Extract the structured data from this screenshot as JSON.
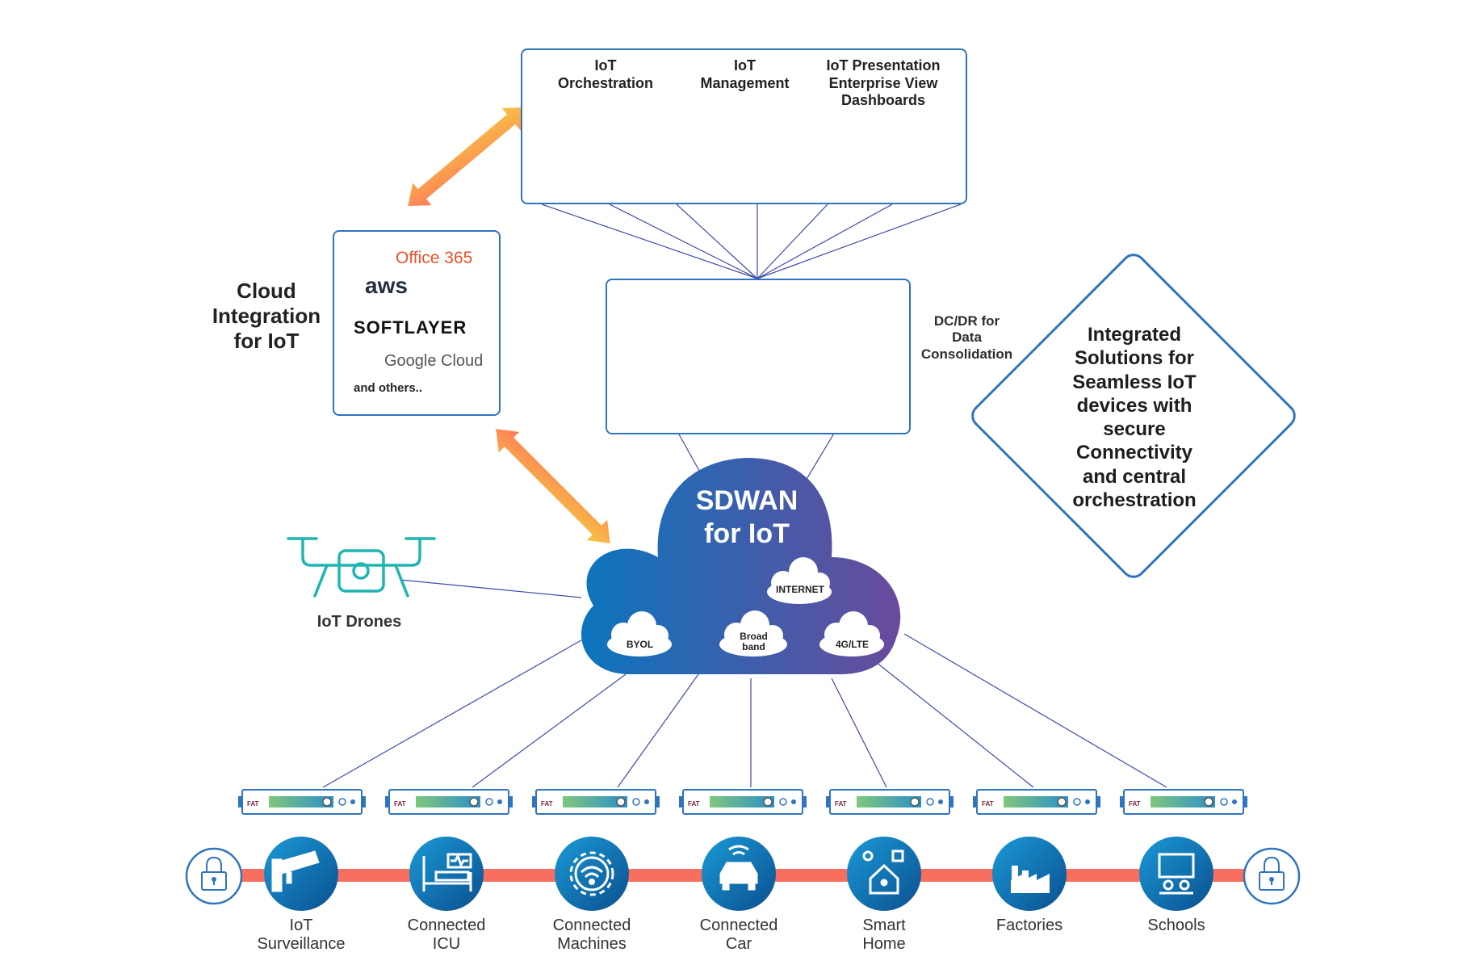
{
  "top_panel": {
    "orchestration": "IoT\nOrchestration",
    "management": "IoT\nManagement",
    "presentation": "IoT Presentation\nEnterprise View\nDashboards"
  },
  "cloud_integration": {
    "title": "Cloud\nIntegration\nfor IoT",
    "logos": {
      "office365": "Office 365",
      "aws": "aws",
      "softlayer": "SOFTLAYER",
      "google_cloud": "Google Cloud",
      "others": "and others.."
    }
  },
  "dc_dr": {
    "label": "DC/DR for\nData\nConsolidation"
  },
  "sdwan": {
    "title": "SDWAN\nfor IoT",
    "links": {
      "internet": "INTERNET",
      "byol": "BYOL",
      "broadband": "Broad\nband",
      "lte": "4G/LTE"
    }
  },
  "drones": {
    "label": "IoT Drones"
  },
  "diamond": {
    "text": "Integrated\nSolutions for\nSeamless IoT\ndevices with\nsecure\nConnectivity\nand central\norchestration"
  },
  "appliance_brand": "FAT",
  "endpoints": [
    {
      "label": "IoT\nSurveillance",
      "icon": "cctv-camera-icon"
    },
    {
      "label": "Connected\nICU",
      "icon": "hospital-bed-icon"
    },
    {
      "label": "Connected\nMachines",
      "icon": "gear-wifi-icon"
    },
    {
      "label": "Connected\nCar",
      "icon": "car-icon"
    },
    {
      "label": "Smart\nHome",
      "icon": "smart-home-icon"
    },
    {
      "label": "Factories",
      "icon": "factory-icon"
    },
    {
      "label": "Schools",
      "icon": "classroom-icon"
    }
  ],
  "colors": {
    "box_border": "#2f74c0",
    "line": "#3b4aa8",
    "cloud_start": "#0b75bd",
    "cloud_end": "#6a4a9c",
    "arrow_start": "#ff7a59",
    "arrow_end": "#f5c842",
    "rail": "#f86f5f",
    "orange_icon": "#e8532b",
    "teal": "#1fb5b1"
  }
}
